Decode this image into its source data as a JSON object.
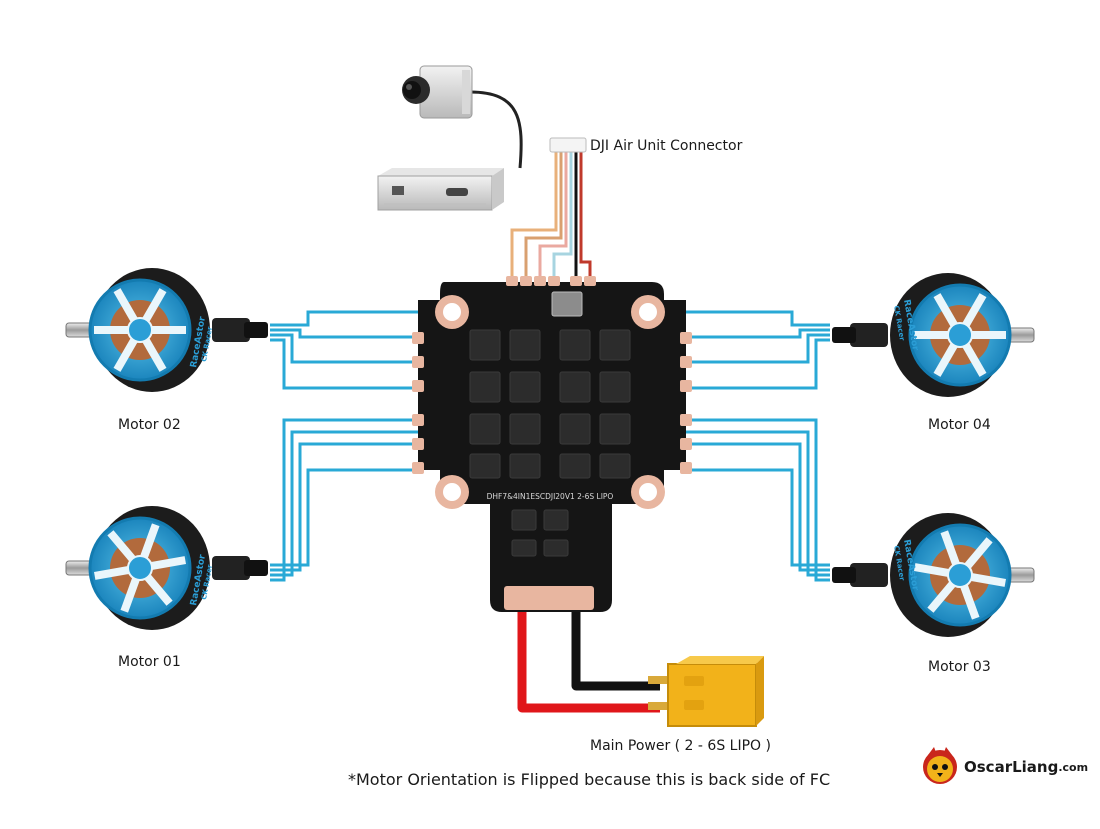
{
  "labels": {
    "motor_02": "Motor 02",
    "motor_01": "Motor 01",
    "motor_04": "Motor 04",
    "motor_03": "Motor 03",
    "dji_connector": "DJI Air Unit Connector",
    "main_power": "Main Power ( 2 - 6S LIPO )",
    "footnote": "*Motor Orientation is Flipped because this is back side of FC"
  },
  "board": {
    "silkscreen": "DHF7&4IN1ESCDJI20V1 2-6S LIPO"
  },
  "motor_brand": {
    "name": "RaceAstor",
    "model": "CK Racer"
  },
  "logo": {
    "name": "OscarLiang",
    "domain": ".com"
  },
  "colors": {
    "motor_wire": "#29a9d6",
    "motor_bell": "#2b9ed6",
    "motor_body": "#1c1c1c",
    "pcb": "#151515",
    "copper_pad": "#e8b6a0",
    "power_positive": "#e0161a",
    "power_negative": "#111111",
    "xt60": "#f2b21a",
    "dji_wires": [
      "#e8b07a",
      "#d9a070",
      "#eaa9a0",
      "#a7d4e0",
      "#111111",
      "#c0392b"
    ]
  }
}
